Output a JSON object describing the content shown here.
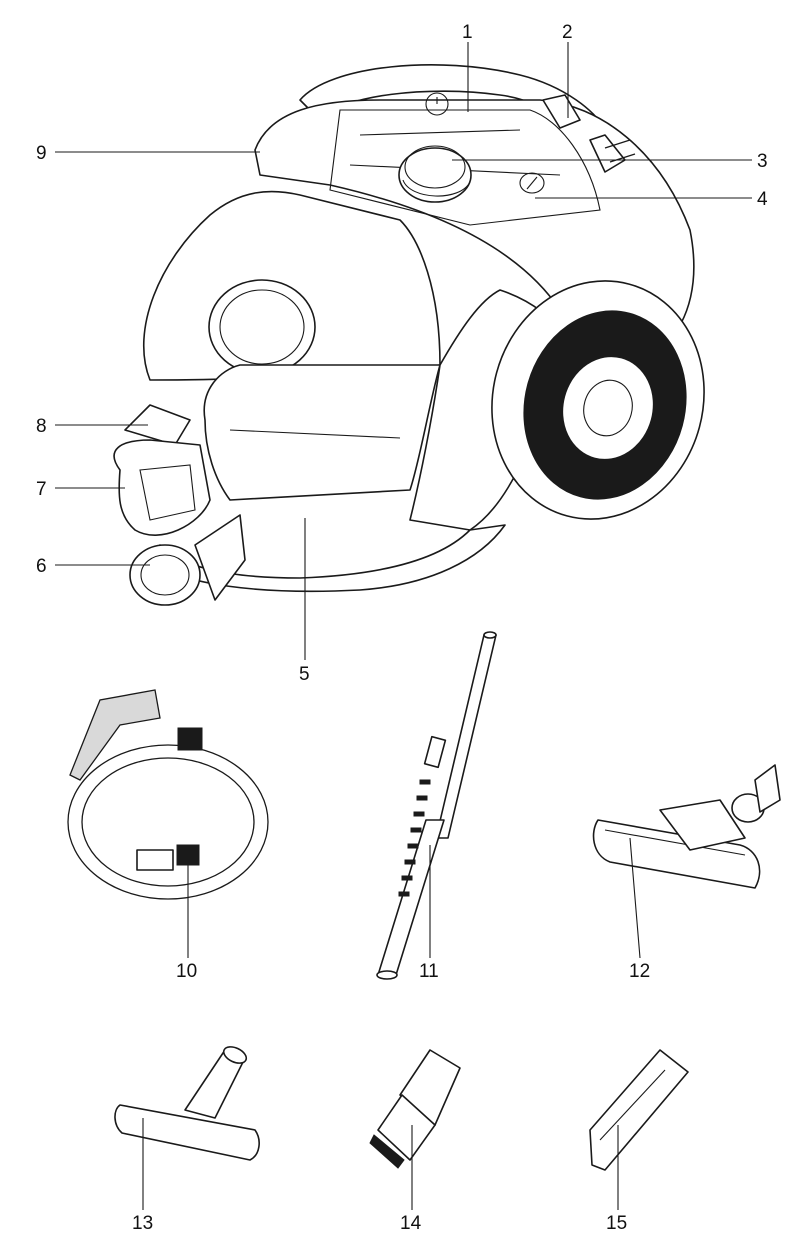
{
  "callouts": {
    "c1": "1",
    "c2": "2",
    "c3": "3",
    "c4": "4",
    "c5": "5",
    "c6": "6",
    "c7": "7",
    "c8": "8",
    "c9": "9",
    "c10": "10",
    "c11": "11",
    "c12": "12",
    "c13": "13",
    "c14": "14",
    "c15": "15"
  },
  "colors": {
    "line": "#1a1a1a",
    "fill": "#ffffff",
    "shade": "#d9d9d9"
  }
}
